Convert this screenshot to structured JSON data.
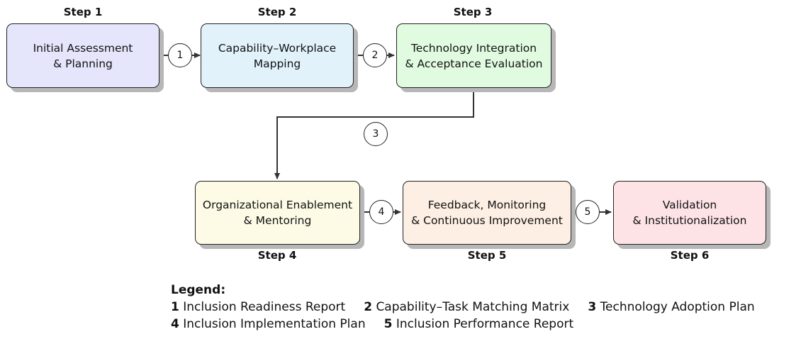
{
  "diagram": {
    "steps": [
      {
        "step": "Step 1",
        "text": "Initial Assessment\n& Planning",
        "fill": "#e5e5fb"
      },
      {
        "step": "Step 2",
        "text": "Capability–Workplace\nMapping",
        "fill": "#e1f2fb"
      },
      {
        "step": "Step 3",
        "text": "Technology Integration\n& Acceptance Evaluation",
        "fill": "#e1fbe1"
      },
      {
        "step": "Step 4",
        "text": "Organizational Enablement\n& Mentoring",
        "fill": "#fdfbe6"
      },
      {
        "step": "Step 5",
        "text": "Feedback, Monitoring\n& Continuous Improvement",
        "fill": "#fdefe3"
      },
      {
        "step": "Step 6",
        "text": "Validation\n& Institutionalization",
        "fill": "#fde3e6"
      }
    ],
    "connectors": [
      "1",
      "2",
      "3",
      "4",
      "5"
    ]
  },
  "legend": {
    "title": "Legend:",
    "items": [
      {
        "num": "1",
        "text": "Inclusion Readiness Report"
      },
      {
        "num": "2",
        "text": "Capability–Task Matching Matrix"
      },
      {
        "num": "3",
        "text": "Technology Adoption Plan"
      },
      {
        "num": "4",
        "text": "Inclusion Implementation Plan"
      },
      {
        "num": "5",
        "text": "Inclusion Performance Report"
      }
    ]
  }
}
